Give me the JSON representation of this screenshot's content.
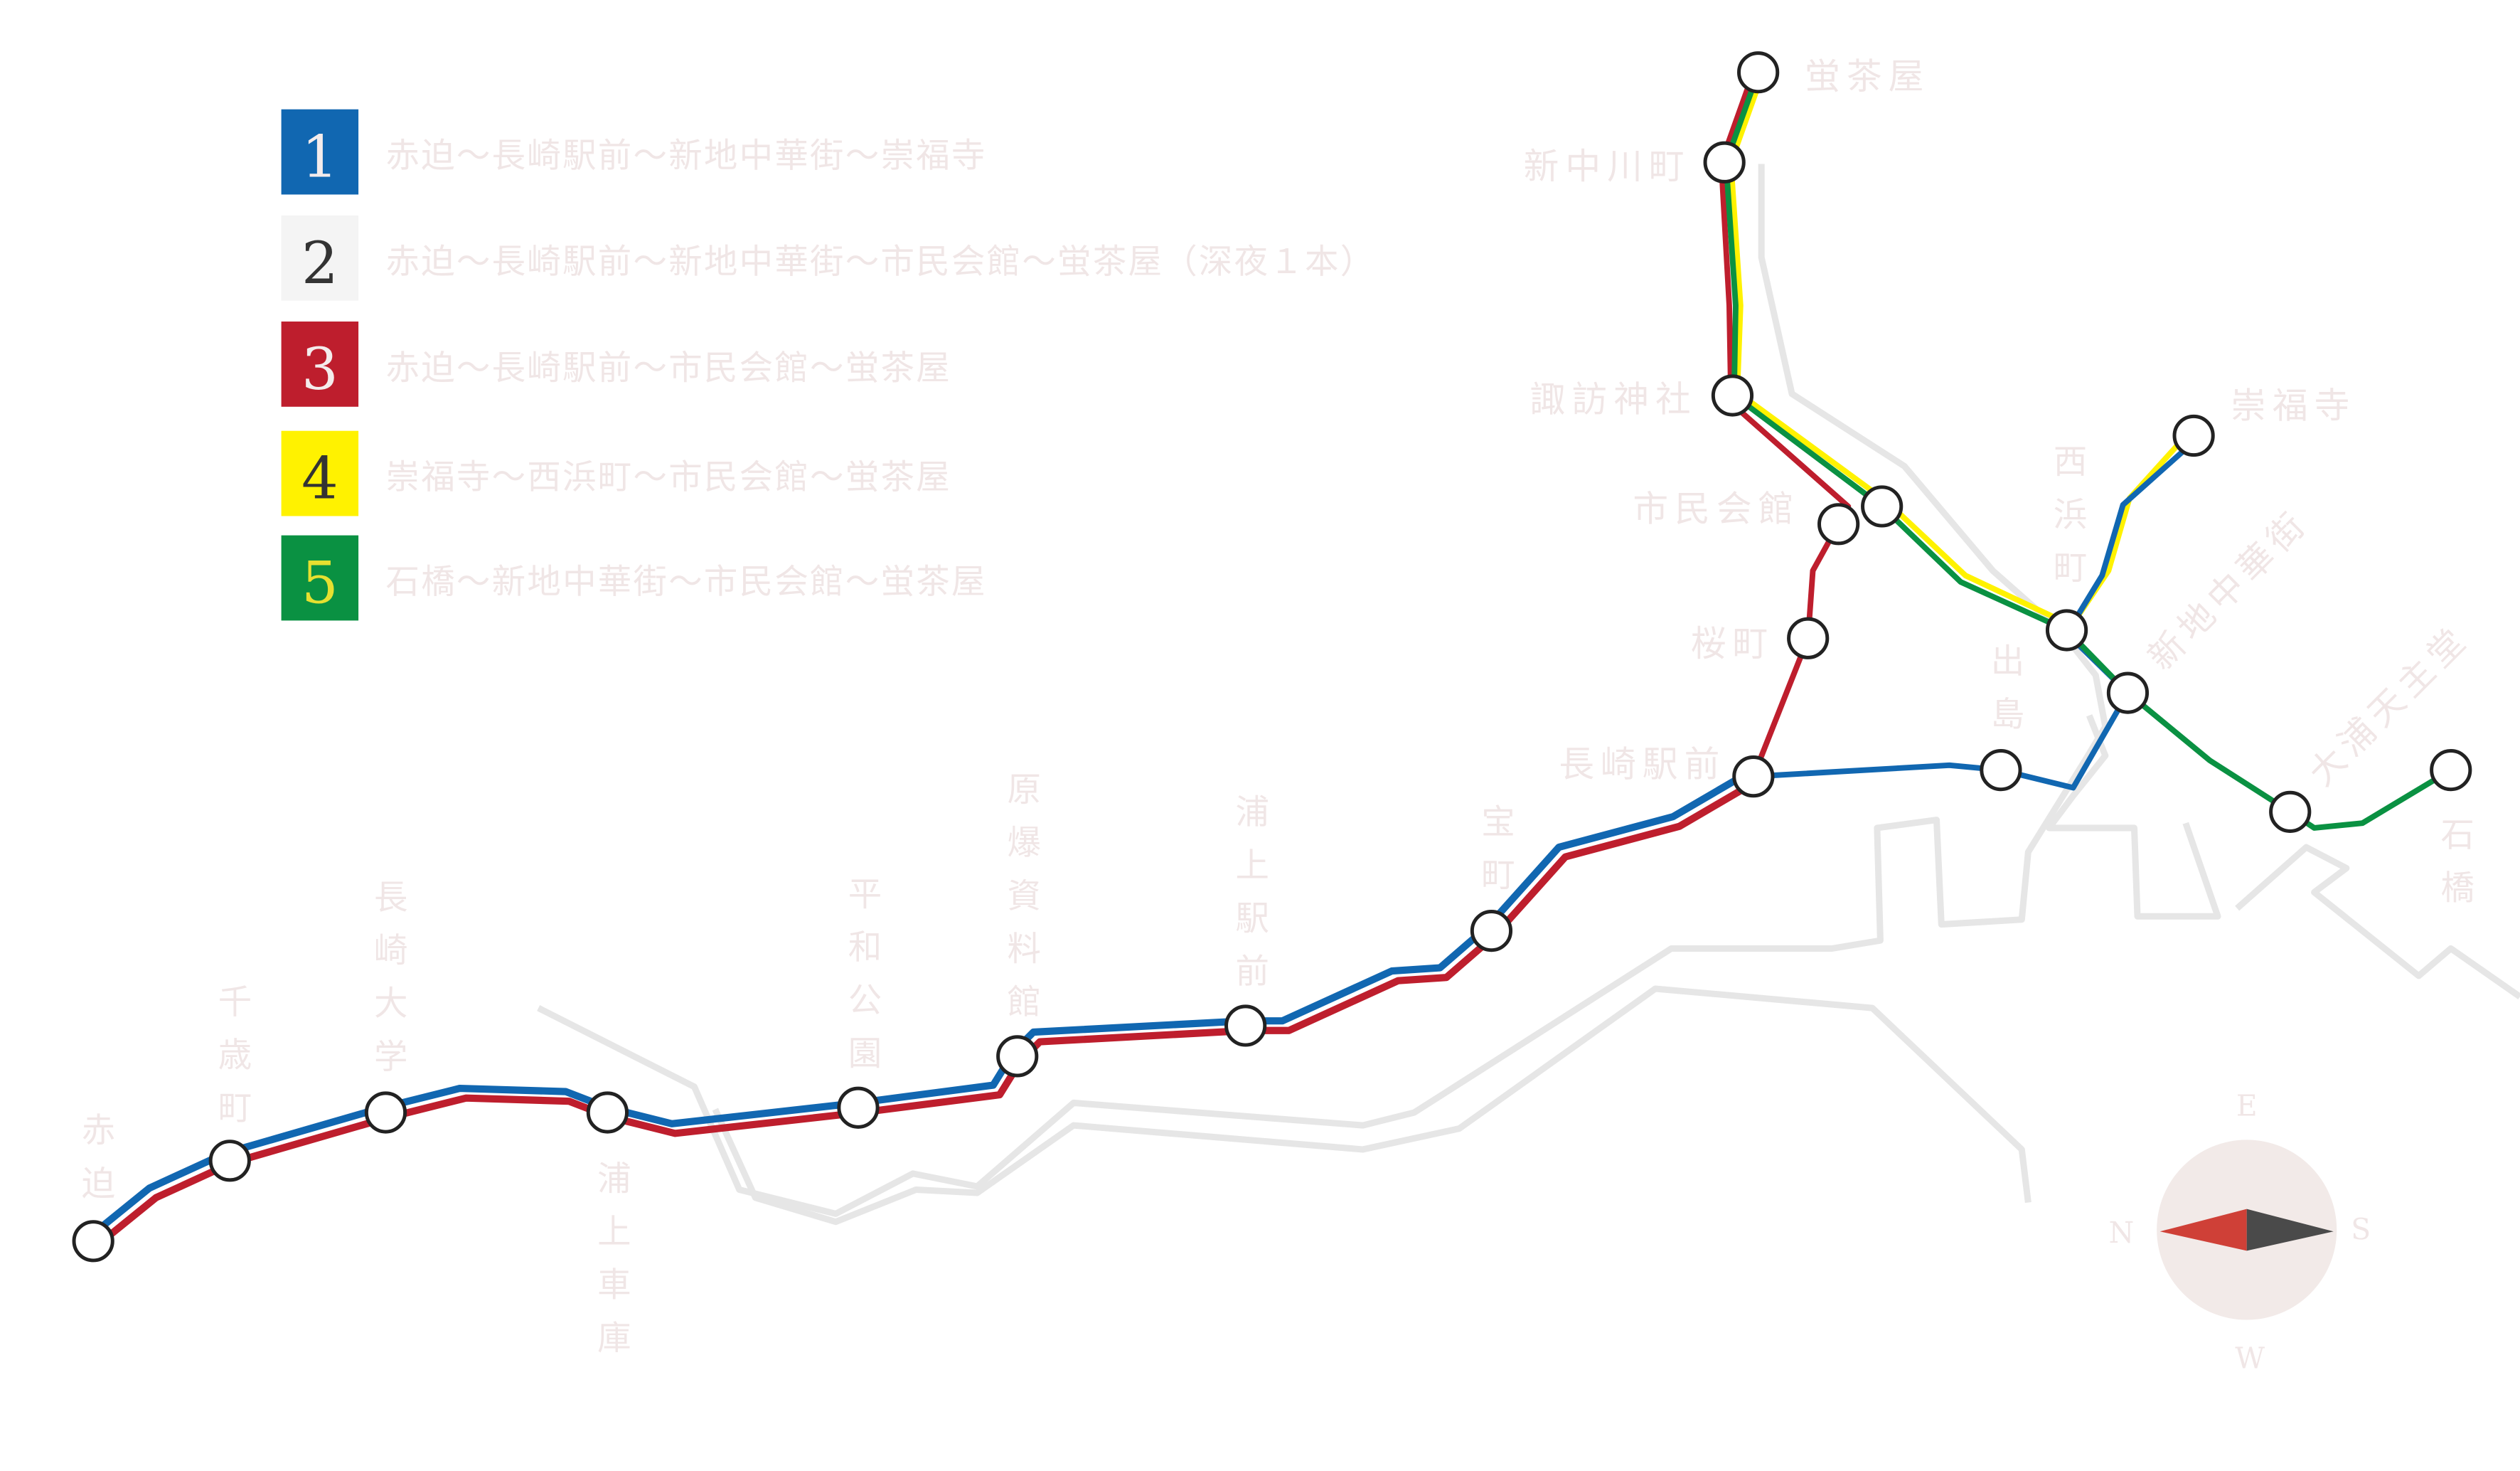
{
  "colors": {
    "route1": "#1167b1",
    "route2": "#f4f4f4",
    "route3": "#be1e2d",
    "route4": "#fff200",
    "route5": "#0a9142",
    "label": "#f0e6e6",
    "compass_bg": "#f2eae8",
    "needle_north": "#cf4037",
    "needle_south": "#4a4a4a"
  },
  "legend": [
    {
      "number": "1",
      "label": "赤迫～長崎駅前～新地中華街～崇福寺"
    },
    {
      "number": "2",
      "label": "赤迫～長崎駅前～新地中華街～市民会館～蛍茶屋（深夜１本）"
    },
    {
      "number": "3",
      "label": "赤迫～長崎駅前～市民会館～蛍茶屋"
    },
    {
      "number": "4",
      "label": "崇福寺～西浜町～市民会館～蛍茶屋"
    },
    {
      "number": "5",
      "label": "石橋～新地中華街～市民会館～蛍茶屋"
    }
  ],
  "stations": {
    "akasako": "赤迫",
    "chitosemachi": "千歳町",
    "nagasaki_daigaku": "長崎大学",
    "urakami_shako": "浦上車庫",
    "heiwa_koen": "平和公園",
    "genbaku": "原爆資料館",
    "urakami_ekimae": "浦上駅前",
    "takaramachi": "宝町",
    "nagasaki_ekimae": "長崎駅前",
    "sakuramachi": "桜町",
    "shimin_kaikan": "市民会館",
    "suwa_jinja": "諏訪神社",
    "shin_nakagawa": "新中川町",
    "hotarujaya": "蛍茶屋",
    "nishihamanomachi": "西浜町",
    "sofukuji": "崇福寺",
    "shinchi": "新地中華街",
    "dejima": "出島",
    "oura": "大浦天主堂",
    "ishibashi": "石橋"
  },
  "compass": {
    "e": "E",
    "n": "N",
    "s": "S",
    "w": "W"
  }
}
